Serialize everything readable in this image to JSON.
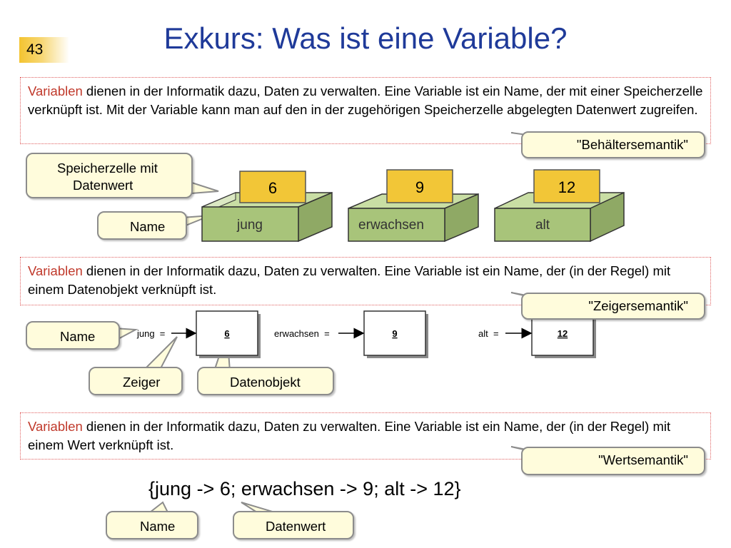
{
  "slide": {
    "page_number": "43",
    "title": "Exkurs: Was ist eine Variable?"
  },
  "sections": [
    {
      "highlight": "Variablen",
      "text": " dienen in der Informatik dazu, Daten zu verwalten. Eine Variable ist ein Name, der mit einer Speicherzelle verknüpft ist. Mit der Variable kann man auf den in der zugehörigen Speicherzelle abgelegten Datenwert zugreifen.",
      "semantics": "\"Behältersemantik\""
    },
    {
      "highlight": "Variablen",
      "text": " dienen in der Informatik dazu, Daten zu verwalten. Eine Variable ist ein Name, der (in der Regel) mit einem Datenobjekt verknüpft ist.",
      "semantics": "\"Zeigersemantik\""
    },
    {
      "highlight": "Variablen",
      "text": " dienen in der Informatik dazu, Daten zu verwalten. Eine Variable ist ein Name, der (in der Regel) mit einem Wert verknüpft ist.",
      "semantics": "\"Wertsemantik\""
    }
  ],
  "containers": [
    {
      "name": "jung",
      "value": "6"
    },
    {
      "name": "erwachsen",
      "value": "9"
    },
    {
      "name": "alt",
      "value": "12"
    }
  ],
  "pointers": [
    {
      "label": "jung  =",
      "value": "6"
    },
    {
      "label": "erwachsen  =",
      "value": "9"
    },
    {
      "label": "alt  =",
      "value": "12"
    }
  ],
  "callouts": {
    "speicherzelle_line1": "Speicherzelle mit",
    "speicherzelle_line2": "Datenwert",
    "name1": "Name",
    "name2": "Name",
    "zeiger": "Zeiger",
    "datenobjekt": "Datenobjekt",
    "name3": "Name",
    "datenwert": "Datenwert"
  },
  "formula": "{jung -> 6; erwachsen -> 9; alt -> 12}",
  "colors": {
    "title": "#1f3a99",
    "highlight": "#c0392b",
    "box_green": "#a8c47a",
    "value_yellow": "#f2c637",
    "callout_fill": "#fffcdc"
  }
}
